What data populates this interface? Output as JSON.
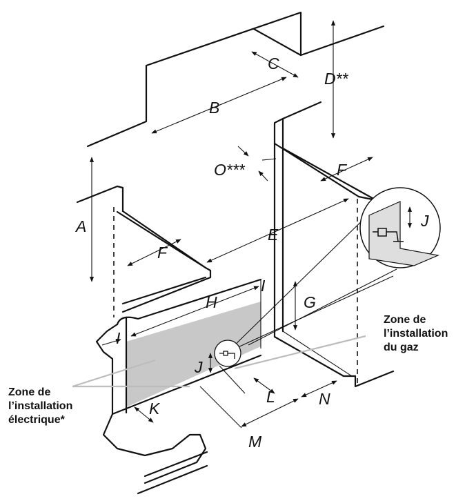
{
  "dimension_labels": {
    "a": "A",
    "b": "B",
    "c": "C",
    "d": "D**",
    "e": "E",
    "f_top": "F",
    "f_left": "F",
    "g": "G",
    "h": "H",
    "i_top": "I",
    "i_left": "I",
    "j_main": "J",
    "j_detail": "J",
    "k": "K",
    "l": "L",
    "m": "M",
    "n": "N",
    "o": "O***"
  },
  "zones": {
    "gas": {
      "line1": "Zone de",
      "line2": "l’installation",
      "line3": "du gaz"
    },
    "electric": {
      "line1": "Zone de",
      "line2": "l’installation",
      "line3": "électrique*"
    }
  },
  "colors": {
    "line": "#111111",
    "zone_fill": "#c8c8c8",
    "leader": "#bcbcbc",
    "detail_fill": "#dedede"
  }
}
